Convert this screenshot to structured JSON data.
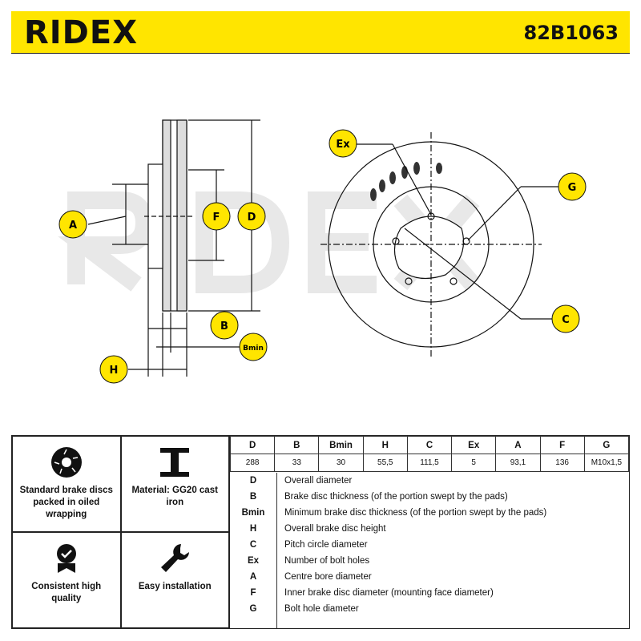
{
  "header": {
    "brand": "RIDEX",
    "part_number": "82B1063"
  },
  "drawing": {
    "labels": [
      "A",
      "F",
      "D",
      "B",
      "Bmin",
      "H",
      "Ex",
      "G",
      "C"
    ],
    "watermark": "RIDEX"
  },
  "features": [
    {
      "icon": "brake-disc-icon",
      "text": "Standard brake discs packed in oiled wrapping"
    },
    {
      "icon": "i-beam-icon",
      "text": "Material: GG20 cast iron"
    },
    {
      "icon": "quality-badge-icon",
      "text": "Consistent high quality"
    },
    {
      "icon": "wrench-icon",
      "text": "Easy installation"
    }
  ],
  "spec": {
    "headers": [
      "D",
      "B",
      "Bmin",
      "H",
      "C",
      "Ex",
      "A",
      "F",
      "G"
    ],
    "values": [
      "288",
      "33",
      "30",
      "55,5",
      "111,5",
      "5",
      "93,1",
      "136",
      "M10x1,5"
    ]
  },
  "legend": [
    {
      "key": "D",
      "desc": "Overall diameter"
    },
    {
      "key": "B",
      "desc": "Brake disc thickness (of the portion swept by the pads)"
    },
    {
      "key": "Bmin",
      "desc": "Minimum brake disc thickness (of the portion swept by the pads)"
    },
    {
      "key": "H",
      "desc": "Overall brake disc height"
    },
    {
      "key": "C",
      "desc": "Pitch circle diameter"
    },
    {
      "key": "Ex",
      "desc": "Number of bolt holes"
    },
    {
      "key": "A",
      "desc": "Centre bore diameter"
    },
    {
      "key": "F",
      "desc": "Inner brake disc diameter (mounting face diameter)"
    },
    {
      "key": "G",
      "desc": "Bolt hole diameter"
    }
  ]
}
